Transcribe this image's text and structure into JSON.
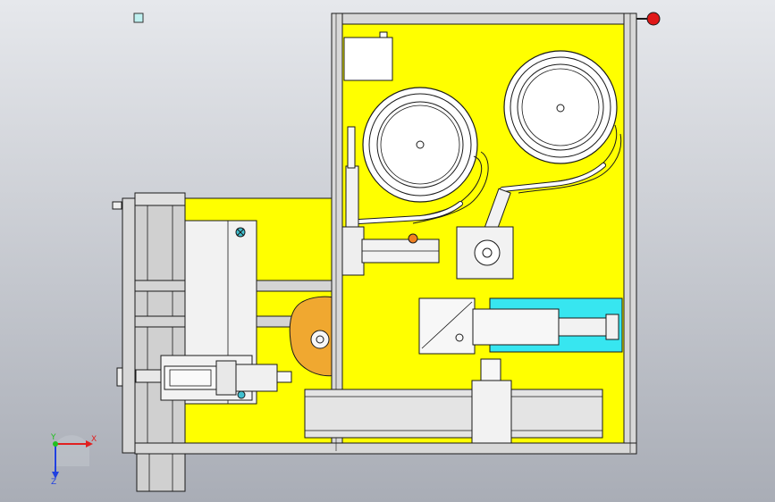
{
  "viewport": {
    "background_top": "#e6e8ec",
    "background_bottom": "#a9adb6"
  },
  "colors": {
    "plate_yellow": "#ffff00",
    "frame_gray": "#c8c8c8",
    "edge_black": "#1a1a1a",
    "cyan_plate": "#37e6f0",
    "orange_part": "#f0a830",
    "stop_red": "#e01818",
    "x_axis": "#e02020",
    "y_axis": "#20c020",
    "z_axis": "#2040e0"
  },
  "triad": {
    "x_label": "X",
    "y_label": "Y",
    "z_label": "Z"
  }
}
